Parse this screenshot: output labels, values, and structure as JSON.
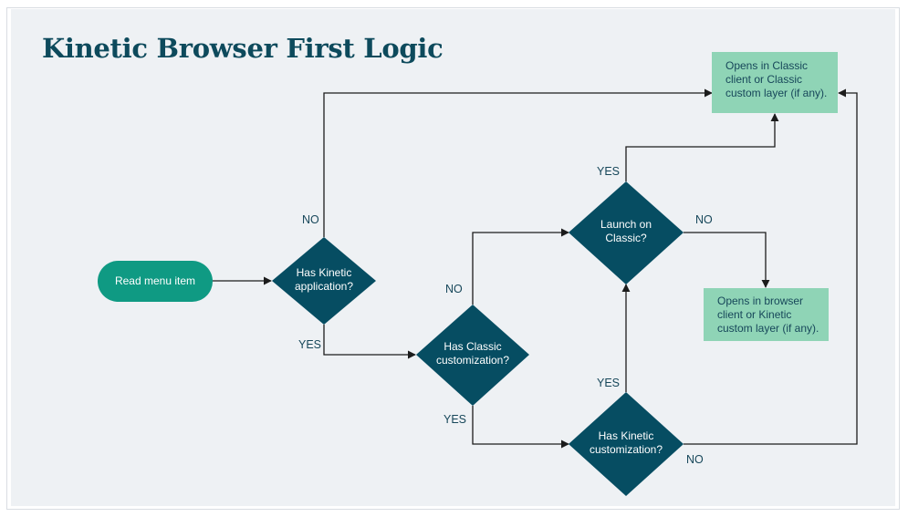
{
  "title": "Kinetic Browser First Logic",
  "colors": {
    "start_fill": "#0f9a83",
    "decision_fill": "#064d62",
    "box_fill": "#8fd4b6",
    "title": "#0d4a5c",
    "text_dark": "#17475a"
  },
  "nodes": {
    "start": {
      "text": [
        "Read menu item"
      ]
    },
    "d1": {
      "text": [
        "Has Kinetic",
        "application?"
      ]
    },
    "d2": {
      "text": [
        "Has Classic",
        "customization?"
      ]
    },
    "d3": {
      "text": [
        "Launch on",
        "Classic?"
      ]
    },
    "d4": {
      "text": [
        "Has Kinetic",
        "customization?"
      ]
    },
    "opt_classic": {
      "text": [
        "Opens in Classic",
        "client or Classic",
        "custom layer (if any)."
      ]
    },
    "opt_browser": {
      "text": [
        "Opens in browser",
        "client or Kinetic",
        "custom layer (if any)."
      ]
    }
  },
  "edge_labels": {
    "d1_no": "NO",
    "d1_yes": "YES",
    "d2_no": "NO",
    "d2_yes": "YES",
    "d3_yes": "YES",
    "d3_no": "NO",
    "d4_yes": "YES",
    "d4_no": "NO"
  }
}
